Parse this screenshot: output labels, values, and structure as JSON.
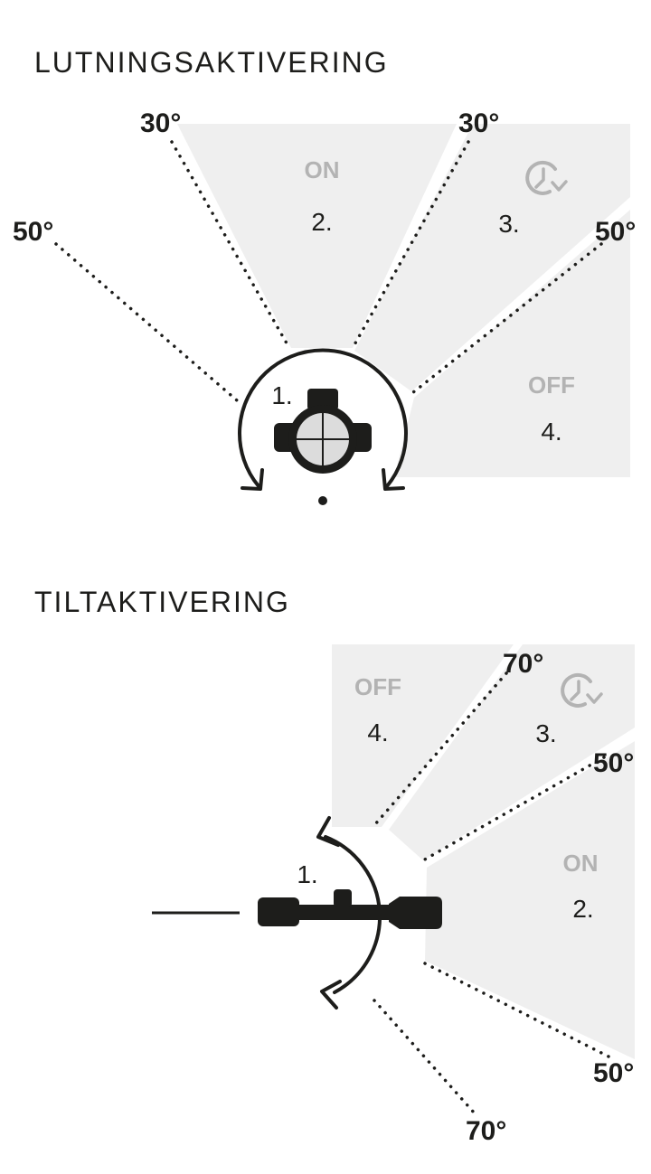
{
  "sections": {
    "lutning": {
      "title": "LUTNINGSAKTIVERING",
      "angles": {
        "left_upper": "30°",
        "right_upper": "30°",
        "left_lower": "50°",
        "right_lower": "50°"
      },
      "zones": {
        "one": {
          "number": "1."
        },
        "on": {
          "state": "ON",
          "number": "2."
        },
        "timer": {
          "icon": "timer-icon",
          "number": "3."
        },
        "off": {
          "state": "OFF",
          "number": "4."
        }
      }
    },
    "tilt": {
      "title": "TILTAKTIVERING",
      "angles": {
        "upper_70": "70°",
        "upper_50": "50°",
        "lower_50": "50°",
        "lower_70": "70°"
      },
      "zones": {
        "one": {
          "number": "1."
        },
        "off": {
          "state": "OFF",
          "number": "4."
        },
        "timer": {
          "icon": "timer-icon",
          "number": "3."
        },
        "on": {
          "state": "ON",
          "number": "2."
        }
      }
    }
  },
  "colors": {
    "ink": "#1d1d1b",
    "zone_fill": "#efefef",
    "label_grey": "#b3b3b3"
  }
}
